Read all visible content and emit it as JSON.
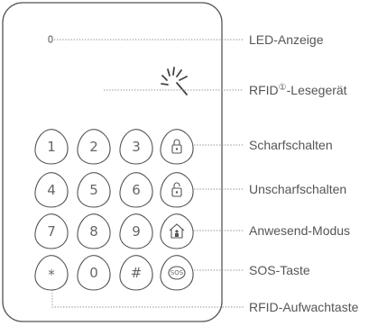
{
  "keypad": {
    "keys": [
      {
        "id": "1",
        "label": "1"
      },
      {
        "id": "2",
        "label": "2"
      },
      {
        "id": "3",
        "label": "3"
      },
      {
        "id": "arm",
        "label": "",
        "icon": "lock-closed-icon"
      },
      {
        "id": "4",
        "label": "4"
      },
      {
        "id": "5",
        "label": "5"
      },
      {
        "id": "6",
        "label": "6"
      },
      {
        "id": "disarm",
        "label": "",
        "icon": "lock-open-icon"
      },
      {
        "id": "7",
        "label": "7"
      },
      {
        "id": "8",
        "label": "8"
      },
      {
        "id": "9",
        "label": "9"
      },
      {
        "id": "home",
        "label": "",
        "icon": "home-lock-icon"
      },
      {
        "id": "star",
        "label": "*"
      },
      {
        "id": "0",
        "label": "0"
      },
      {
        "id": "hash",
        "label": "#"
      },
      {
        "id": "sos",
        "label": "SOS"
      }
    ],
    "led_icon": "led-indicator-icon",
    "rfid_icon": "rfid-reader-icon"
  },
  "labels": {
    "led": "LED-Anzeige",
    "rfid_prefix": "RFID",
    "rfid_sup": "①",
    "rfid_suffix": "-Lesegerät",
    "arm": "Scharfschalten",
    "disarm": "Unscharfschalten",
    "home": "Anwesend-Modus",
    "sos": "SOS-Taste",
    "rfid_wake": "RFID-Aufwachtaste"
  },
  "colors": {
    "outline": "#555555",
    "text": "#555555",
    "leader": "#888888"
  }
}
